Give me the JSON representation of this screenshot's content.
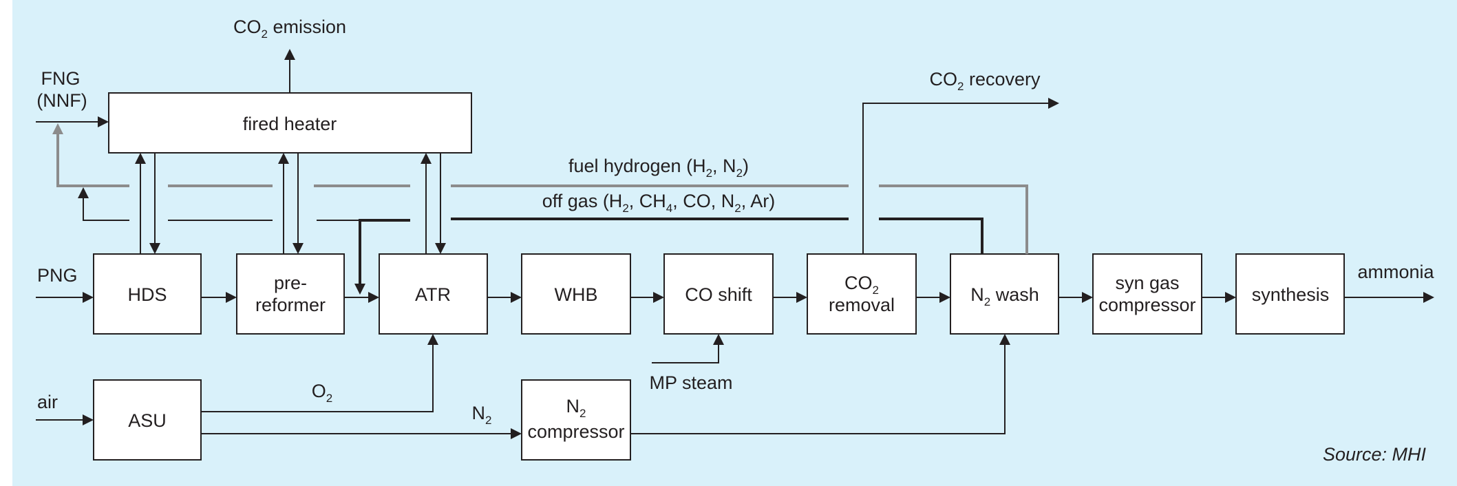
{
  "labels": {
    "fired_heater": "fired heater",
    "hds": "HDS",
    "pre_reformer_1": "pre-",
    "pre_reformer_2": "reformer",
    "atr": "ATR",
    "whb": "WHB",
    "co_shift": "CO shift",
    "co2_removal_1": "CO",
    "co2_removal_sub": "2",
    "co2_removal_2": "removal",
    "n2_wash_1": "N",
    "n2_wash_sub": "2",
    "n2_wash_2": " wash",
    "syn_gas_1": "syn gas",
    "syn_gas_2": "compressor",
    "synthesis": "synthesis",
    "asu": "ASU",
    "n2_comp_1": "N",
    "n2_comp_sub": "2",
    "n2_comp_2": "compressor",
    "co2_emission_1": "CO",
    "co2_emission_sub": "2",
    "co2_emission_2": " emission",
    "co2_recovery_1": "CO",
    "co2_recovery_sub": "2",
    "co2_recovery_2": " recovery",
    "fng_1": "FNG",
    "fng_2": "(NNF)",
    "png": "PNG",
    "air": "air",
    "o2_1": "O",
    "o2_sub": "2",
    "n2_1": "N",
    "n2_sub": "2",
    "mp_steam": "MP steam",
    "ammonia": "ammonia",
    "fuel_h2_a": "fuel hydrogen (H",
    "fuel_h2_sub1": "2",
    "fuel_h2_b": ", N",
    "fuel_h2_sub2": "2",
    "fuel_h2_c": ")",
    "off_gas_a": "off gas (H",
    "off_gas_sub1": "2",
    "off_gas_b": ", CH",
    "off_gas_sub2": "4",
    "off_gas_c": ", CO, N",
    "off_gas_sub3": "2",
    "off_gas_d": ", Ar)",
    "source": "Source: MHI"
  },
  "colors": {
    "background": "#d9f1fa",
    "line": "#231f20",
    "grey_line": "#8c8c8c",
    "box_fill": "#ffffff"
  }
}
